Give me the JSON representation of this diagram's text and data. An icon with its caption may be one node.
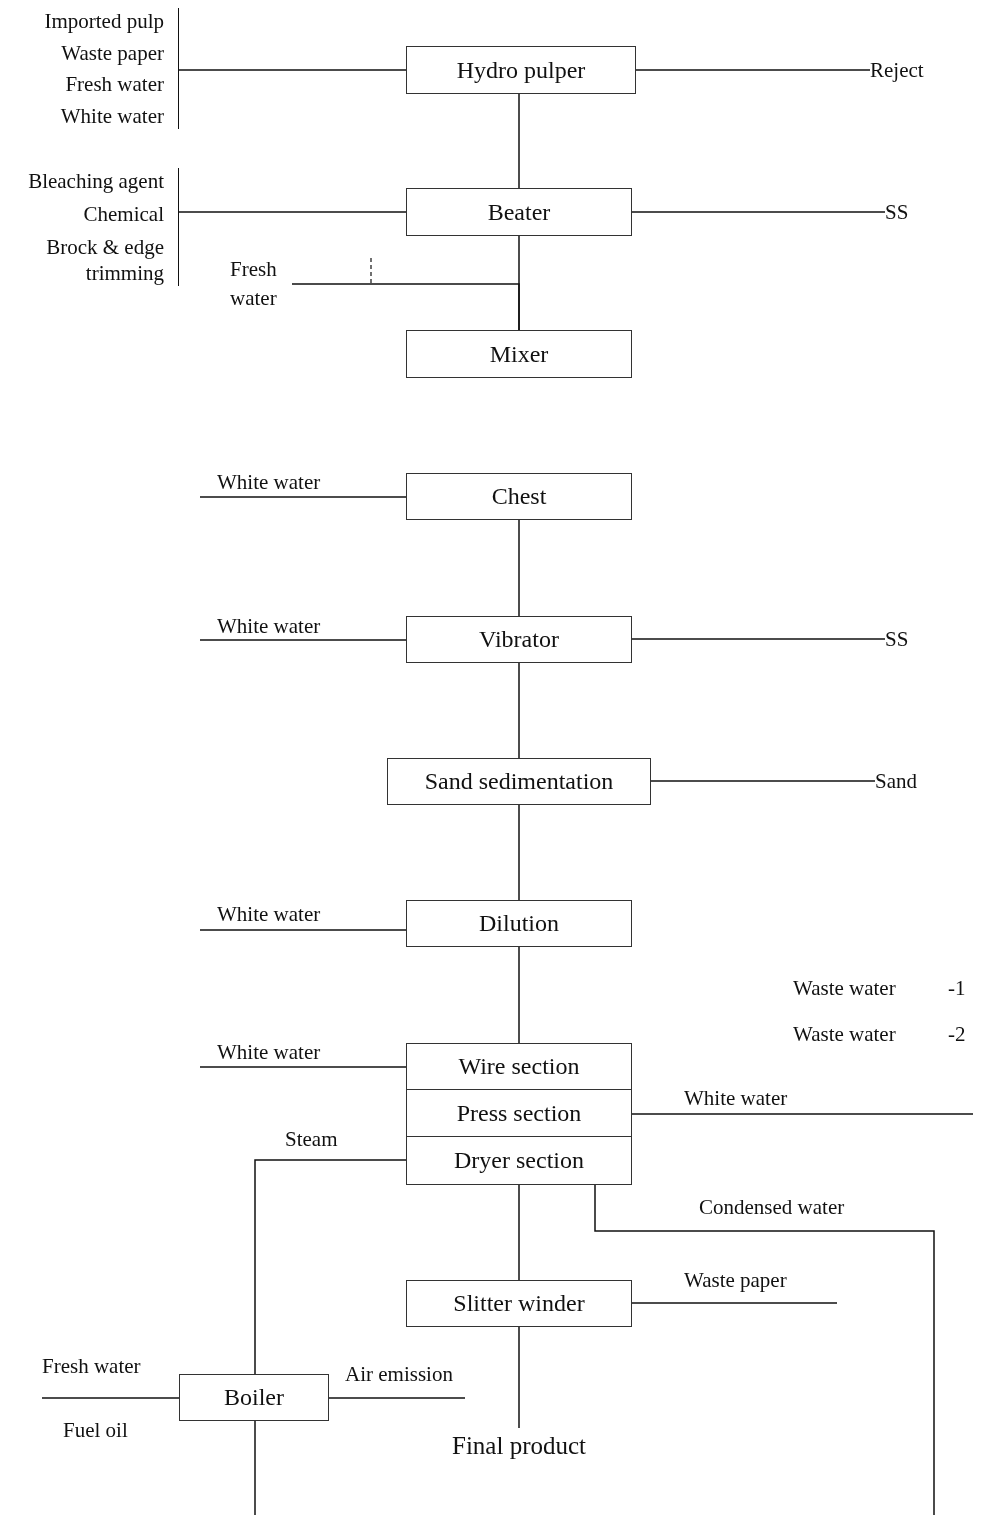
{
  "diagram": {
    "nodes": [
      {
        "text": [
          "Hydro pulper"
        ]
      },
      {
        "text": [
          "Beater"
        ]
      },
      {
        "text": [
          "Mixer"
        ]
      },
      {
        "text": [
          "Chest"
        ]
      },
      {
        "text": [
          "Vibrator"
        ]
      },
      {
        "text": [
          "Sand sedimentation"
        ]
      },
      {
        "text": [
          "Dilution"
        ]
      },
      {
        "text": [
          "Wire section"
        ]
      },
      {
        "text": [
          "Press section"
        ]
      },
      {
        "text": [
          "Dryer section"
        ]
      },
      {
        "text": [
          "Slitter winder"
        ]
      },
      {
        "text": [
          "Boiler"
        ]
      },
      {
        "text": [
          "Final product"
        ]
      },
      {
        "text": [
          "Reject"
        ]
      },
      {
        "text": [
          "SS"
        ]
      },
      {
        "text": [
          "SS"
        ]
      },
      {
        "text": [
          "Sand"
        ]
      },
      {
        "text": [
          "Imported pulp",
          "Waste paper",
          "Fresh water",
          "White water"
        ]
      },
      {
        "text": [
          "Bleaching agent",
          "Chemical",
          "Brock & edge trimming"
        ]
      },
      {
        "text": [
          "Fresh water"
        ]
      }
    ],
    "edges": [
      {
        "from": 17,
        "to": 0,
        "arrow": "none"
      },
      {
        "from": 0,
        "to": 13,
        "arrow": "none"
      },
      {
        "from": 0,
        "to": 1,
        "arrow": "none"
      },
      {
        "from": 18,
        "to": 1,
        "arrow": "none"
      },
      {
        "from": 1,
        "to": 14,
        "arrow": "none"
      },
      {
        "from": 1,
        "to": 2,
        "arrow": "none"
      },
      {
        "from": 19,
        "to": 2,
        "arrow": "none"
      },
      {
        "from": null,
        "to": 3,
        "arrow": "none",
        "label": "White water"
      },
      {
        "from": 3,
        "to": 4,
        "arrow": "none"
      },
      {
        "from": null,
        "to": 4,
        "arrow": "none",
        "label": "White water"
      },
      {
        "from": 4,
        "to": 15,
        "arrow": "none"
      },
      {
        "from": 4,
        "to": 5,
        "arrow": "none"
      },
      {
        "from": 5,
        "to": 16,
        "arrow": "none"
      },
      {
        "from": 5,
        "to": 6,
        "arrow": "none"
      },
      {
        "from": null,
        "to": 6,
        "arrow": "none",
        "label": "White water"
      },
      {
        "from": 6,
        "to": 7,
        "arrow": "none"
      },
      {
        "from": null,
        "to": 7,
        "arrow": "none",
        "label": "White water"
      },
      {
        "from": 8,
        "to": null,
        "arrow": "none",
        "label": "White water"
      },
      {
        "from": 11,
        "to": 9,
        "arrow": "none",
        "label": "Steam"
      },
      {
        "from": 9,
        "to": null,
        "arrow": "none",
        "label": "Condensed water"
      },
      {
        "from": 9,
        "to": 10,
        "arrow": "none"
      },
      {
        "from": 10,
        "to": null,
        "arrow": "none",
        "label": "Waste paper"
      },
      {
        "from": 10,
        "to": 12,
        "arrow": "none"
      },
      {
        "from": null,
        "to": 11,
        "arrow": "none",
        "label": "Fresh water"
      },
      {
        "from": 11,
        "to": null,
        "arrow": "none",
        "label": "Air emission"
      },
      {
        "from": 11,
        "to": null,
        "arrow": "none"
      }
    ],
    "labels": [
      "Waste water",
      "-1",
      "Waste water",
      "-2",
      "Fuel oil"
    ]
  }
}
